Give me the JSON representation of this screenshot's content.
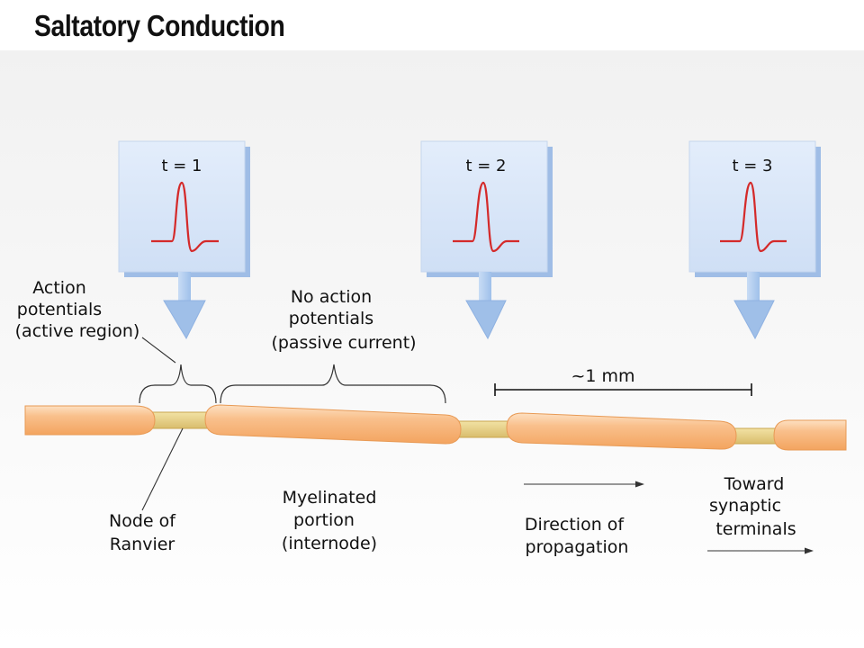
{
  "title": "Saltatory Conduction",
  "panels": [
    {
      "label": "t = 1"
    },
    {
      "label": "t = 2"
    },
    {
      "label": "t = 3"
    }
  ],
  "labels": {
    "action_potentials": [
      "Action",
      "potentials",
      "(active region)"
    ],
    "no_action_potentials": [
      "No action",
      "potentials",
      "(passive current)"
    ],
    "scale": "~1 mm",
    "node_of_ranvier": [
      "Node of",
      "Ranvier"
    ],
    "myelinated_portion": [
      "Myelinated",
      "portion",
      "(internode)"
    ],
    "direction": [
      "Direction of",
      "propagation"
    ],
    "toward": [
      "Toward",
      "synaptic",
      "terminals"
    ]
  },
  "colors": {
    "myelin": "#f8b57a",
    "axon": "#e6cf86",
    "panel": "#d8e6f8",
    "trace": "#d42a2a",
    "arrow": "#a9c9ef"
  }
}
